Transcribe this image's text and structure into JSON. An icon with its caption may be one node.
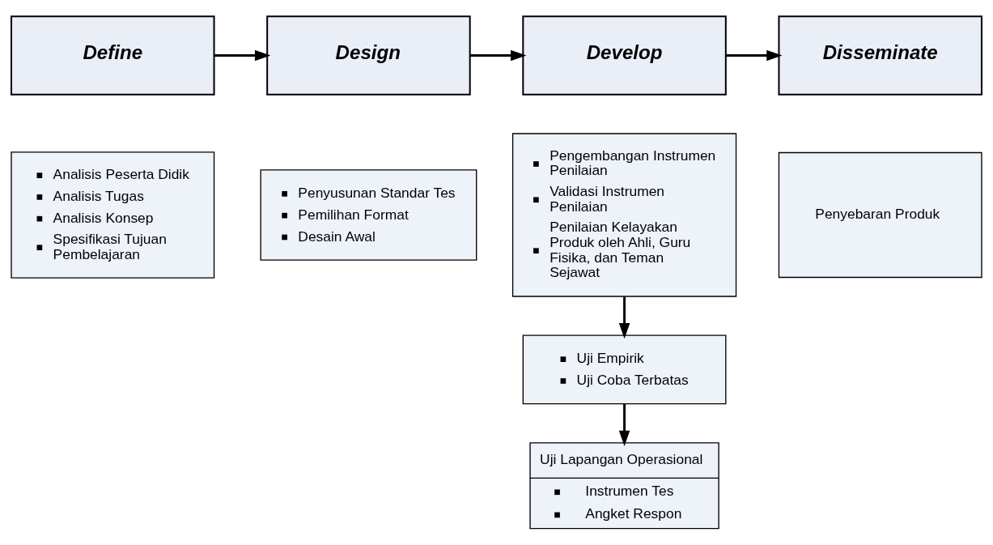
{
  "diagram": {
    "nodes": [
      {
        "text": [
          "Define"
        ]
      },
      {
        "text": [
          "Analisis Peserta Didik",
          "Analisis Tugas",
          "Analisis Konsep",
          "Spesifikasi Tujuan Pembelajaran"
        ]
      },
      {
        "text": [
          "Design"
        ]
      },
      {
        "text": [
          "Penyusunan Standar Tes",
          "Pemilihan Format",
          "Desain Awal"
        ]
      },
      {
        "text": [
          "Develop"
        ]
      },
      {
        "text": [
          "Pengembangan Instrumen Penilaian",
          "Validasi Instrumen Penilaian",
          "Penilaian Kelayakan Produk oleh Ahli, Guru Fisika, dan Teman Sejawat"
        ]
      },
      {
        "text": [
          "Disseminate"
        ]
      },
      {
        "text": [
          "Penyebaran Produk"
        ]
      },
      {
        "text": [
          "Uji Empirik",
          "Uji Coba Terbatas"
        ]
      },
      {
        "text": [
          "Uji Lapangan Operasional",
          "Instrumen Tes",
          "Angket Respon"
        ]
      }
    ],
    "edges": [
      {
        "from": 0,
        "to": 2,
        "arrow": "to"
      },
      {
        "from": 2,
        "to": 4,
        "arrow": "to"
      },
      {
        "from": 4,
        "to": 6,
        "arrow": "to"
      },
      {
        "from": 5,
        "to": 8,
        "arrow": "to"
      },
      {
        "from": 8,
        "to": 9,
        "arrow": "to"
      }
    ]
  }
}
